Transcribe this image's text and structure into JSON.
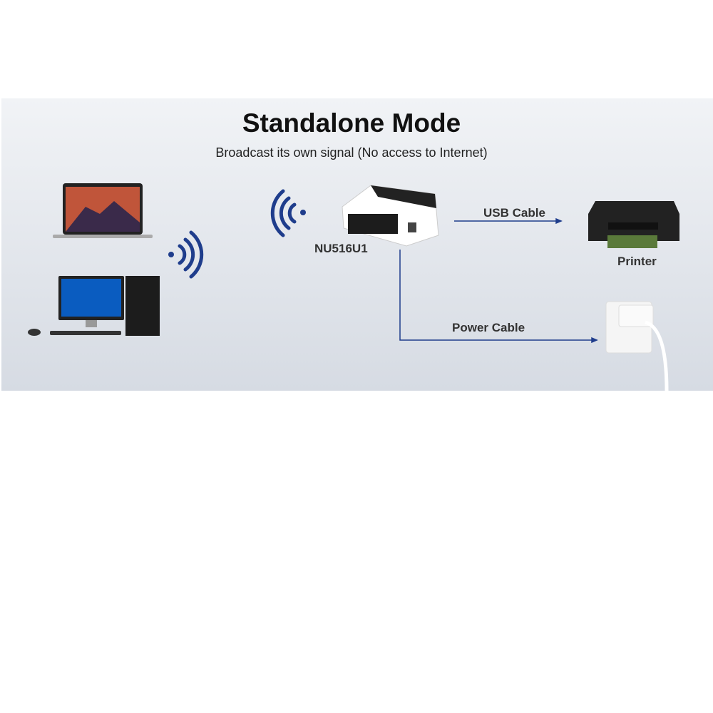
{
  "title": "Standalone Mode",
  "subtitle": "Broadcast its own signal (No access to Internet)",
  "device_label": "NU516U1",
  "usb_label": "USB Cable",
  "printer_label": "Printer",
  "power_label": "Power Cable",
  "colors": {
    "line": "#1f3d8c",
    "wifi": "#1f3d8c"
  }
}
